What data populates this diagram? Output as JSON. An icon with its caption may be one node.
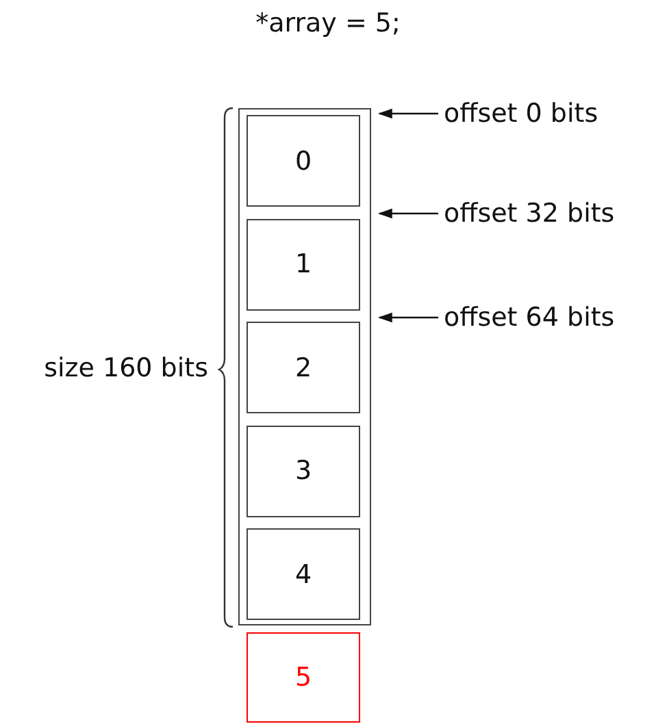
{
  "diagram": {
    "title": "*array = 5;",
    "nodes": [
      {
        "text": [],
        "shape": "box"
      },
      {
        "text": [
          "0"
        ],
        "in": 0
      },
      {
        "text": [
          "1"
        ],
        "in": 0
      },
      {
        "text": [
          "2"
        ],
        "in": 0
      },
      {
        "text": [
          "3"
        ],
        "in": 0
      },
      {
        "text": [
          "4"
        ],
        "in": 0
      },
      {
        "text": [
          "5"
        ]
      },
      {
        "text": [
          "offset 0 bits"
        ]
      },
      {
        "text": [
          "offset 32 bits"
        ]
      },
      {
        "text": [
          "offset 64 bits"
        ]
      }
    ],
    "edges": [
      {
        "from": 7,
        "to": 0,
        "arrow": "to"
      },
      {
        "from": 8,
        "to": 0,
        "arrow": "to"
      },
      {
        "from": 9,
        "to": 0,
        "arrow": "to"
      }
    ],
    "labels": [
      "size 160 bits"
    ]
  }
}
